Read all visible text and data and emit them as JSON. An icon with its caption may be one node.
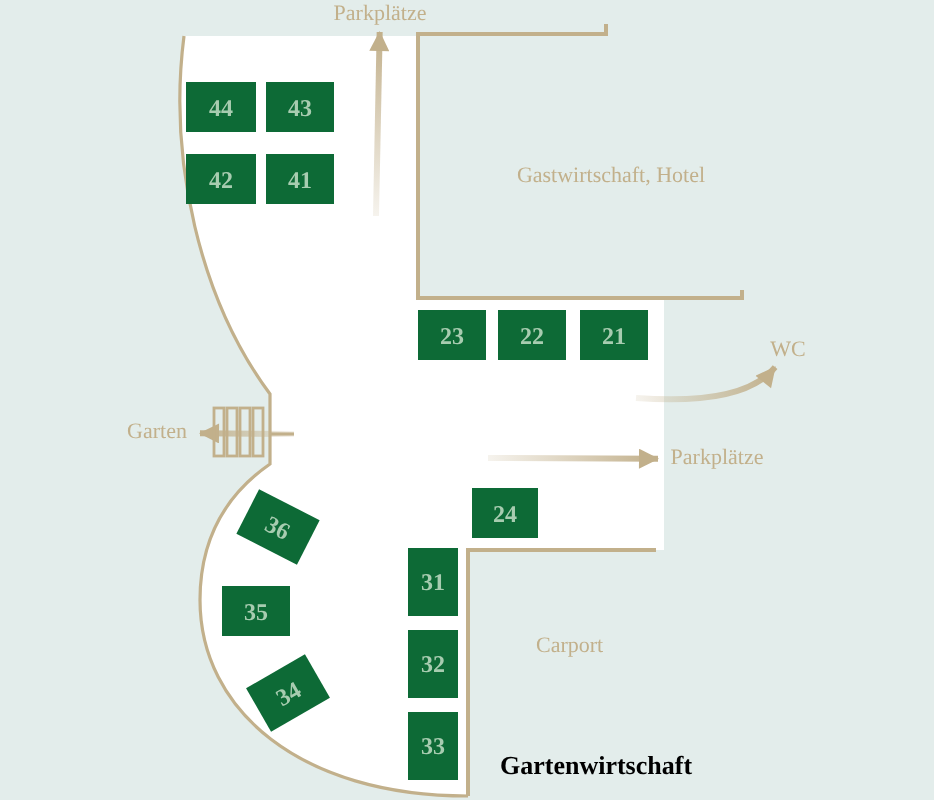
{
  "diagram": {
    "title": "Gartenwirtschaft",
    "nodes": [
      {
        "text": [
          "Parkplätze"
        ]
      },
      {
        "text": [
          "44"
        ]
      },
      {
        "text": [
          "43"
        ]
      },
      {
        "text": [
          "Gastwirtschaft, Hotel"
        ]
      },
      {
        "text": [
          "42"
        ]
      },
      {
        "text": [
          "41"
        ]
      },
      {
        "text": [
          "23"
        ]
      },
      {
        "text": [
          "22"
        ]
      },
      {
        "text": [
          "21"
        ]
      },
      {
        "text": [
          "WC"
        ]
      },
      {
        "text": [
          "Garten"
        ]
      },
      {
        "text": [
          "Parkplätze"
        ]
      },
      {
        "text": [
          "36"
        ]
      },
      {
        "text": [
          "24"
        ]
      },
      {
        "text": [
          "31"
        ]
      },
      {
        "text": [
          "35"
        ]
      },
      {
        "text": [
          "32"
        ]
      },
      {
        "text": [
          "34"
        ]
      },
      {
        "text": [
          "33"
        ]
      }
    ],
    "edges": [
      {
        "from": null,
        "to": 0,
        "arrow": "to"
      },
      {
        "from": null,
        "to": 9,
        "arrow": "to"
      },
      {
        "from": null,
        "to": 10,
        "arrow": "to"
      },
      {
        "from": null,
        "to": 11,
        "arrow": "to"
      }
    ],
    "labels": [
      "Carport"
    ]
  }
}
